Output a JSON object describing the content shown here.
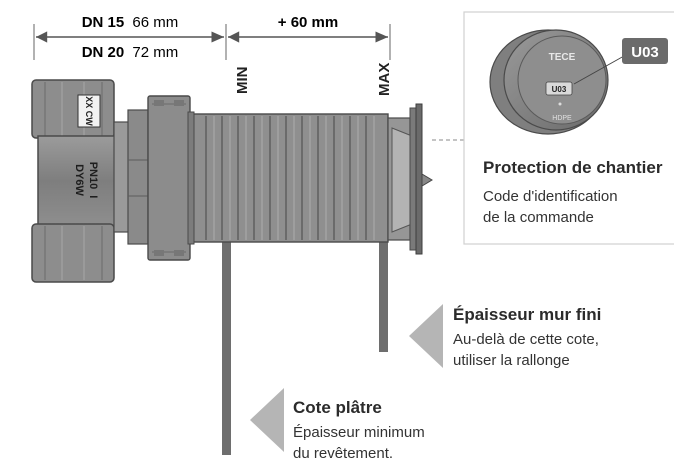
{
  "dimensions": {
    "dn15_label": "DN 15",
    "dn15_value": "66 mm",
    "dn20_label": "DN 20",
    "dn20_value": "72 mm",
    "extension": "+ 60 mm",
    "min_label": "MIN",
    "max_label": "MAX"
  },
  "valve": {
    "marking_rating": "PN10",
    "marking_symbol": "I",
    "marking_code": "DY6W",
    "flow_mark": "XX CW"
  },
  "inset": {
    "badge": "U03",
    "cap_brand": "TECE",
    "cap_code": "U03",
    "cap_material": "HDPE",
    "title": "Protection de chantier",
    "line1": "Code d'identification",
    "line2": "de la commande"
  },
  "callout_wall": {
    "title": "Épaisseur mur fini",
    "line1": "Au-delà de cette cote,",
    "line2": "utiliser la rallonge"
  },
  "callout_plaster": {
    "title": "Cote plâtre",
    "line1": "Épaisseur minimum",
    "line2": "du revêtement."
  },
  "colors": {
    "body_gray": "#8c8c8c",
    "dark_gray": "#5a5a5a",
    "bar_gray": "#6e6e6e",
    "accent_badge": "#6b6b6b",
    "arrow_gray": "#b5b5b5"
  }
}
